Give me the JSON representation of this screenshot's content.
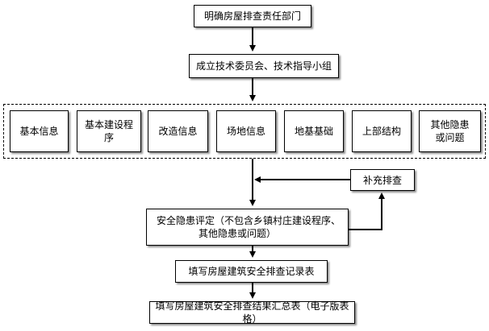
{
  "diagram": {
    "steps": {
      "define_responsibility": "明确房屋排查责任部门",
      "establish_committee": "成立技术委员会、技术指导小组",
      "supplementary_check": "补充排查",
      "safety_assessment_line1": "安全隐患评定（不包含乡镇村庄建设程序、",
      "safety_assessment_line2": "其他隐患或问题）",
      "fill_record": "填写房屋建筑安全排查记录表",
      "fill_summary": "填写房屋建筑安全排查结果汇总表（电子版表格）"
    },
    "categories": [
      "基本信息",
      "基本建设程序",
      "改造信息",
      "场地信息",
      "地基基础",
      "上部结构",
      "其他隐患或问题"
    ]
  }
}
